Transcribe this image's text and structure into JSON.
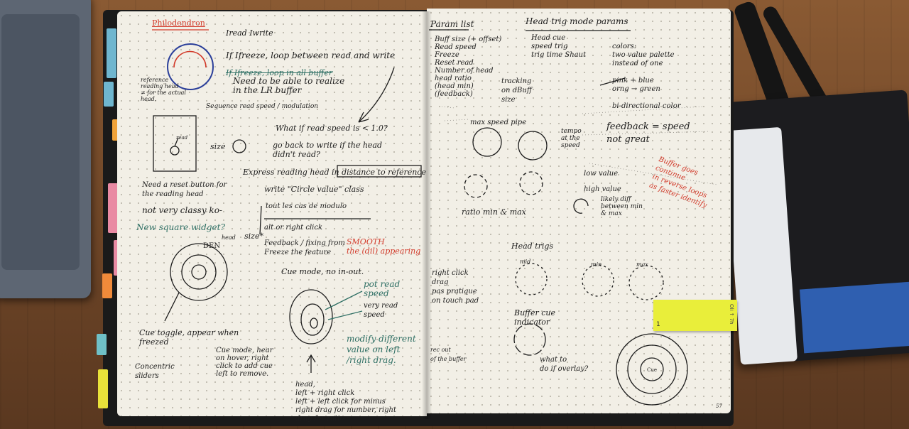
{
  "left_page": {
    "title": "Philodendron",
    "read_write": "Iread  Iwrite",
    "fig1_note": "reference\nreading head\n≠ for the actual\nhead.",
    "note_freeze": "If Ifreeze, loop between read and write",
    "note_freeze_strike": "If Ifreeze, loop in all buffer",
    "note_freeze_cont": "Need to be able to realize\nin the LR buffer",
    "sequence": "Sequence read speed / modulation",
    "read_label": "read",
    "size_label": "size",
    "what_if": "What if read speed is < 1.0?",
    "go_back": "go back to write if the head\ndidn't read?",
    "express": "Express reading head in distance to reference",
    "write_circle": "write \"Circle value\" class",
    "tout": "tout les cas de modulo",
    "alt_click": "alt or right click",
    "reset_button": "Need a reset button for\nthe reading head",
    "not_very": "not very classy ko-",
    "new_square": "New square widget?",
    "size_asterisk": "size*",
    "head_label": "head",
    "den": "DEN",
    "feedback": "Feedback / fixing from\nFreeze the feature",
    "smooth": "SMOOTH\nthe (dil) appearing",
    "cue_mode": "Cue mode, no in-out.",
    "cue_toggle": "Cue toggle, appear when\nfreezed",
    "concentric": "Concentric\nsliders",
    "cue_mode_hear": "Cue mode, hear\non hover, right\nclick to add cue\nleft to remove.",
    "pot_read": "pot read\nspeed",
    "very_read": "very read\nspeed",
    "modify": "modify different\nvalue on left\n/right drag.",
    "head_footer": "head,\nleft + right click\nleft + left click for minus\nright drag for number, right\ndrag for ratio"
  },
  "right_page": {
    "param_title": "Param list",
    "param_list": "Buff size (+ offset)\nRead speed\nFreeze\nReset read\nNumber of head\nhead ratio\n(head min)\n(feedback)",
    "tracking": "tracking\non dBuff\nsize",
    "head_trig_title": "Head trig mode params",
    "head_trig_list": "Head cue\nspeed trig\ntrig time Shaut",
    "colors": "colors:\ntwo value palette\ninstead of one\n\npink + blue\norng → green\n\nbi-directional color",
    "max_speed": "max speed pipe",
    "speed_at": "tempo\nat the\nspeed",
    "feedback_eq": "feedback = speed\nnot great",
    "buffer_red": "Buffer goes\ncontinue\nin reverse loops\nas faster identify",
    "low_value": "low value",
    "high_value": "high value",
    "likely": "likely diff\nbetween min\n& max",
    "ratio": "ratio min & max",
    "head_trigs": "Head trigs",
    "mid": "mid",
    "min": "min",
    "max": "max",
    "right_click": "right click\ndrag\npas pratique\non touch pad",
    "buffer_cue": "Buffer cue\nindicator",
    "out_of": "rec out\nof the buffer",
    "what_to_do": "what to\ndo if overlay?",
    "cue": "Cue",
    "page_no": "57"
  },
  "sticky": {
    "text": "1",
    "vertical": "Oli ↑ 7h"
  },
  "colors": {
    "red_ink": "#d23a2a",
    "teal_ink": "#2d6e63",
    "paper": "#f2efe6",
    "sticky": "#e9ee3a"
  }
}
